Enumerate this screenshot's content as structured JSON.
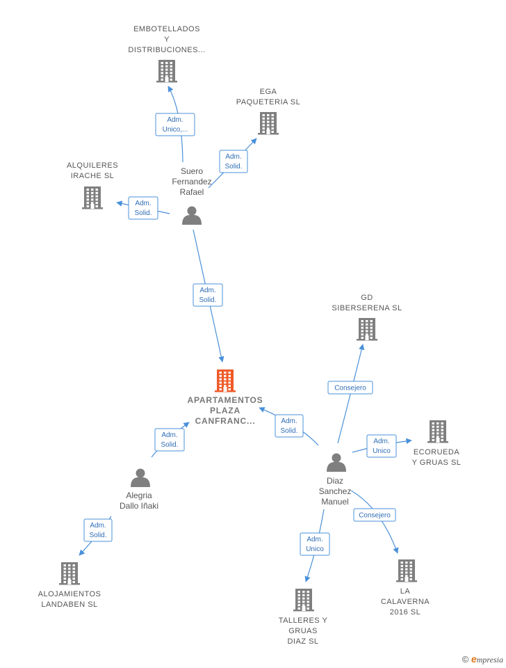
{
  "colors": {
    "edge": "#4a90d9",
    "company": "#7f7f7f",
    "main_company": "#f05a28",
    "person": "#7f7f7f"
  },
  "nodes": [
    {
      "id": "embotellados",
      "kind": "company",
      "icon": "building-icon",
      "lines": [
        "EMBOTELLADOS",
        "Y",
        "DISTRIBUCIONES..."
      ]
    },
    {
      "id": "ega",
      "kind": "company",
      "icon": "building-icon",
      "lines": [
        "EGA",
        "PAQUETERIA SL"
      ]
    },
    {
      "id": "alquileres",
      "kind": "company",
      "icon": "building-icon",
      "lines": [
        "ALQUILERES",
        "IRACHE  SL"
      ]
    },
    {
      "id": "suero",
      "kind": "person",
      "icon": "person-icon",
      "lines": [
        "Suero",
        "Fernandez",
        "Rafael"
      ]
    },
    {
      "id": "gd",
      "kind": "company",
      "icon": "building-icon",
      "lines": [
        "GD",
        "SIBERSERENA SL"
      ]
    },
    {
      "id": "apartamentos",
      "kind": "main",
      "icon": "building-icon",
      "lines": [
        "APARTAMENTOS",
        "PLAZA",
        "CANFRANC..."
      ]
    },
    {
      "id": "ecorueda",
      "kind": "company",
      "icon": "building-icon",
      "lines": [
        "ECORUEDA",
        "Y GRUAS  SL"
      ]
    },
    {
      "id": "alegria",
      "kind": "person",
      "icon": "person-icon",
      "lines": [
        "Alegria",
        "Dallo Iñaki"
      ]
    },
    {
      "id": "diaz",
      "kind": "person",
      "icon": "person-icon",
      "lines": [
        "Diaz",
        "Sanchez",
        "Manuel"
      ]
    },
    {
      "id": "alojamientos",
      "kind": "company",
      "icon": "building-icon",
      "lines": [
        "ALOJAMIENTOS",
        "LANDABEN  SL"
      ]
    },
    {
      "id": "calaverna",
      "kind": "company",
      "icon": "building-icon",
      "lines": [
        "LA",
        "CALAVERNA",
        "2016  SL"
      ]
    },
    {
      "id": "talleres",
      "kind": "company",
      "icon": "building-icon",
      "lines": [
        "TALLERES Y",
        "GRUAS",
        "DIAZ  SL"
      ]
    }
  ],
  "edges": [
    {
      "from": "suero",
      "to": "embotellados",
      "label": [
        "Adm.",
        "Unico,..."
      ]
    },
    {
      "from": "suero",
      "to": "ega",
      "label": [
        "Adm.",
        "Solid."
      ]
    },
    {
      "from": "suero",
      "to": "alquileres",
      "label": [
        "Adm.",
        "Solid."
      ]
    },
    {
      "from": "suero",
      "to": "apartamentos",
      "label": [
        "Adm.",
        "Solid."
      ]
    },
    {
      "from": "diaz",
      "to": "gd",
      "label": [
        "Consejero"
      ]
    },
    {
      "from": "diaz",
      "to": "apartamentos",
      "label": [
        "Adm.",
        "Solid."
      ]
    },
    {
      "from": "diaz",
      "to": "ecorueda",
      "label": [
        "Adm.",
        "Unico"
      ]
    },
    {
      "from": "diaz",
      "to": "calaverna",
      "label": [
        "Consejero"
      ]
    },
    {
      "from": "diaz",
      "to": "talleres",
      "label": [
        "Adm.",
        "Unico"
      ]
    },
    {
      "from": "alegria",
      "to": "apartamentos",
      "label": [
        "Adm.",
        "Solid."
      ]
    },
    {
      "from": "alegria",
      "to": "alojamientos",
      "label": [
        "Adm.",
        "Solid."
      ]
    }
  ],
  "footer": {
    "copyright": "©",
    "brand_initial": "e",
    "brand_rest": "mpresia"
  }
}
